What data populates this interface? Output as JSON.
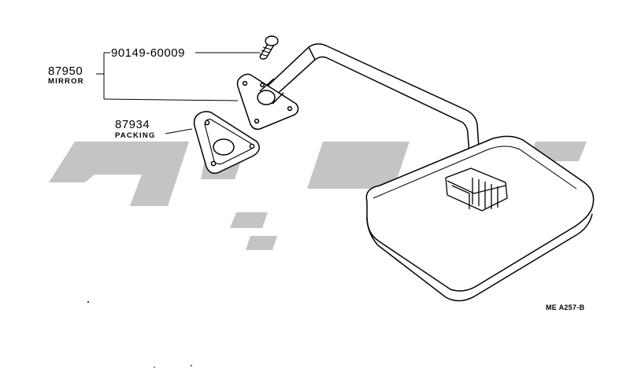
{
  "labels": {
    "bolt_part": "90149-60009",
    "mirror_part": "87950",
    "mirror_name": "MIRROR",
    "packing_part": "87934",
    "packing_name": "PACKING",
    "diagram_ref": "ME A257-B"
  },
  "colors": {
    "line": "#000000",
    "watermark": "#c4c4c4",
    "background": "#ffffff"
  }
}
